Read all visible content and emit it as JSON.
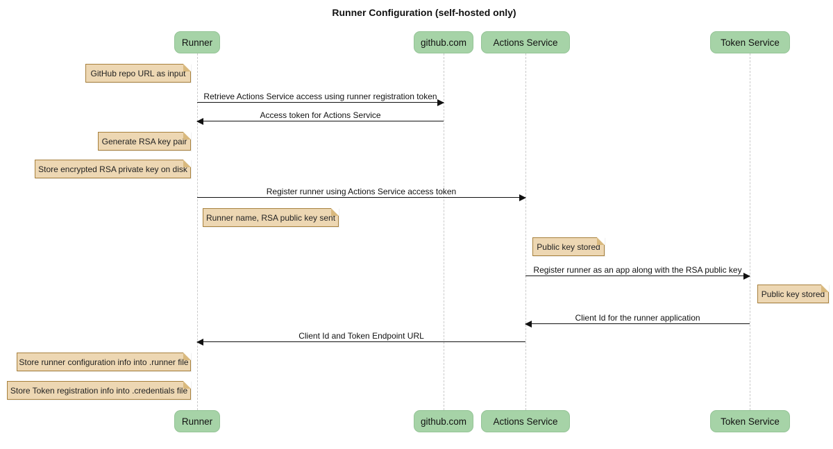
{
  "title": "Runner Configuration (self-hosted only)",
  "colors": {
    "actor_fill": "#a6d3a7",
    "actor_border": "#94c496",
    "note_fill": "#edd7b3",
    "note_border": "#a7803c",
    "lifeline": "#c9c9c9",
    "arrow": "#111111",
    "background": "#ffffff"
  },
  "participants": [
    {
      "id": "runner",
      "label": "Runner"
    },
    {
      "id": "github",
      "label": "github.com"
    },
    {
      "id": "actions_service",
      "label": "Actions Service"
    },
    {
      "id": "token_service",
      "label": "Token Service"
    }
  ],
  "messages": [
    {
      "from": "Runner",
      "to": "github.com",
      "direction": "right",
      "text": "Retrieve Actions Service access using runner registration token"
    },
    {
      "from": "github.com",
      "to": "Runner",
      "direction": "left",
      "text": "Access token for Actions Service"
    },
    {
      "from": "Runner",
      "to": "Actions Service",
      "direction": "right",
      "text": "Register runner using Actions Service access token"
    },
    {
      "from": "Actions Service",
      "to": "Token Service",
      "direction": "right",
      "text": "Register runner as an app along with the RSA public key"
    },
    {
      "from": "Token Service",
      "to": "Actions Service",
      "direction": "left",
      "text": "Client Id for the runner application"
    },
    {
      "from": "Actions Service",
      "to": "Runner",
      "direction": "left",
      "text": "Client Id and Token Endpoint URL"
    }
  ],
  "notes": [
    {
      "position": "left of Runner",
      "text": "GitHub repo URL as input"
    },
    {
      "position": "left of Runner",
      "text": "Generate RSA key pair"
    },
    {
      "position": "left of Runner",
      "text": "Store encrypted RSA private key on disk"
    },
    {
      "position": "right of Runner",
      "text": "Runner name, RSA public key sent"
    },
    {
      "position": "right of Actions Service",
      "text": "Public key stored"
    },
    {
      "position": "right of Token Service",
      "text": "Public key stored"
    },
    {
      "position": "left of Runner",
      "text": "Store runner configuration info into .runner file"
    },
    {
      "position": "left of Runner",
      "text": "Store Token registration info into .credentials file"
    }
  ]
}
